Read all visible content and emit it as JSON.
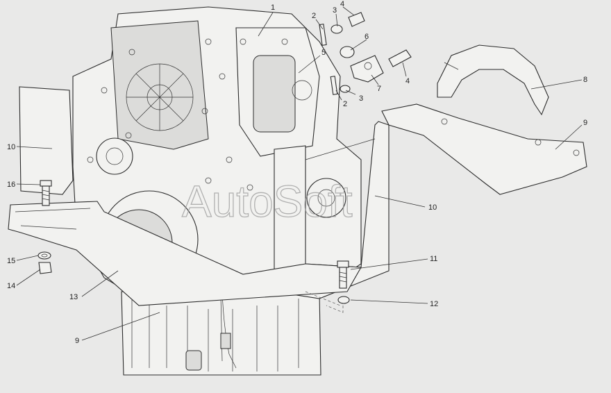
{
  "diagram": {
    "watermark": "AutoSoft",
    "callouts": [
      {
        "id": "c1",
        "text": "1"
      },
      {
        "id": "c2a",
        "text": "2"
      },
      {
        "id": "c3a",
        "text": "3"
      },
      {
        "id": "c4a",
        "text": "4"
      },
      {
        "id": "c5",
        "text": "5"
      },
      {
        "id": "c6",
        "text": "6"
      },
      {
        "id": "c7",
        "text": "7"
      },
      {
        "id": "c4b",
        "text": "4"
      },
      {
        "id": "c3b",
        "text": "3"
      },
      {
        "id": "c2b",
        "text": "2"
      },
      {
        "id": "c8",
        "text": "8"
      },
      {
        "id": "c9a",
        "text": "9"
      },
      {
        "id": "c10a",
        "text": "10"
      },
      {
        "id": "c16",
        "text": "16"
      },
      {
        "id": "c10b",
        "text": "10"
      },
      {
        "id": "c15",
        "text": "15"
      },
      {
        "id": "c14",
        "text": "14"
      },
      {
        "id": "c11",
        "text": "11"
      },
      {
        "id": "c12",
        "text": "12"
      },
      {
        "id": "c13",
        "text": "13"
      },
      {
        "id": "c9b",
        "text": "9"
      }
    ]
  }
}
